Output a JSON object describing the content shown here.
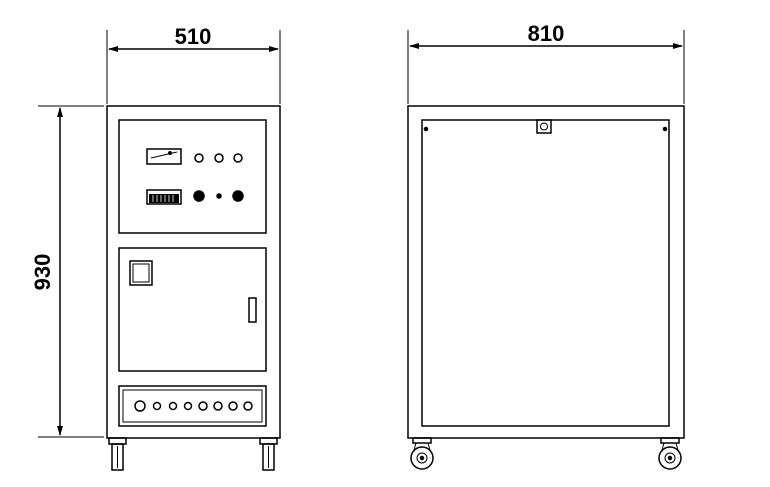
{
  "dimensions": {
    "front_width": "510",
    "side_depth": "810",
    "height": "930"
  },
  "views": {
    "front": {
      "meter": "analog-meter",
      "control_knobs": 3,
      "bottom_panel_connectors": 8
    },
    "side": {
      "casters": 2
    }
  },
  "colors": {
    "line": "#000000",
    "background": "#ffffff"
  }
}
